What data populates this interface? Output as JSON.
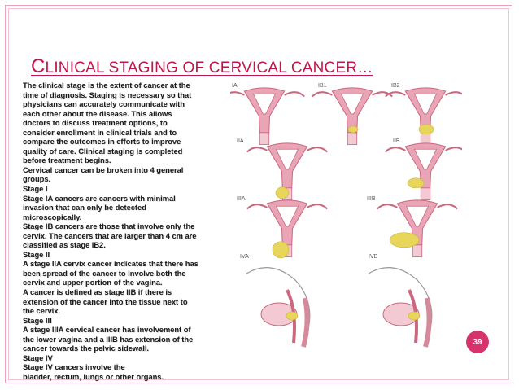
{
  "slide": {
    "title_cap": "C",
    "title_rest": "LINICAL STAGING OF CERVICAL CANCER…",
    "page_number": "39",
    "body_lines": [
      "The clinical stage is the extent of cancer at the",
      "time of diagnosis.  Staging is necessary so that",
      "physicians can accurately communicate with",
      "each other about the disease. This allows",
      "doctors to discuss treatment options, to",
      "consider enrollment  in clinical trials and to",
      "compare the outcomes in efforts to improve",
      "quality of care. Clinical staging is completed",
      "before treatment begins.",
      "Cervical cancer can be broken into 4 general",
      "groups.",
      "Stage I",
      "Stage IA cancers are cancers with minimal",
      "invasion that can only be detected",
      "microscopically.",
      "Stage IB cancers are those that involve only the",
      "cervix.  The cancers that are larger than 4 cm are",
      "classified as stage IB2.",
      "Stage II",
      "A stage IIA cervix cancer indicates that there has",
      "been spread of the cancer to involve both the",
      "cervix and upper portion of the vagina.",
      "A cancer is defined as stage IIB if there is",
      "extension of the cancer into the tissue next to",
      "the cervix.",
      "Stage III",
      "A stage IIIA cervical cancer has involvement of",
      "the lower vagina and a IIIB has extension of the",
      "cancer towards the pelvic sidewall.",
      "Stage IV",
      "Stage IV cancers involve the",
      "bladder, rectum, lungs or other organs."
    ]
  },
  "figure": {
    "labels": {
      "ia": "IA",
      "ib1": "IB1",
      "ib2": "IB2",
      "iia": "IIA",
      "iib": "IIB",
      "iiia": "IIIA",
      "iiib": "IIIB",
      "iva": "IVA",
      "ivb": "IVB"
    },
    "colors": {
      "tissue": "#e9a5b5",
      "tissue_dark": "#c9687f",
      "tumor": "#e8d65a",
      "accent": "#c1164b",
      "badge": "#d6336c"
    }
  }
}
